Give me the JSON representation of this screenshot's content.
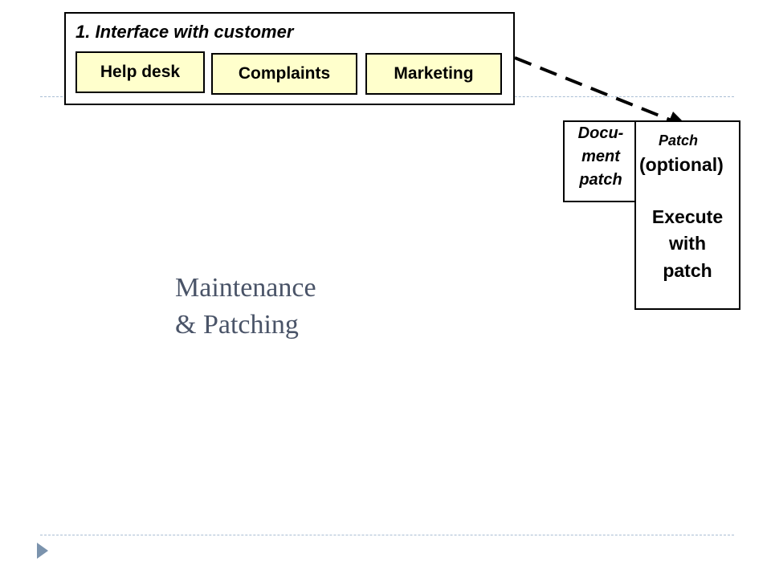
{
  "customer_interface": {
    "title": "1. Interface with customer",
    "items": [
      "Help desk",
      "Complaints",
      "Marketing"
    ]
  },
  "document_patch": {
    "lines": [
      "Docu-",
      "ment",
      "patch"
    ]
  },
  "patch_box": {
    "heading": "Patch",
    "qualifier": "(optional)",
    "lines": [
      "Execute",
      "with",
      "patch"
    ]
  },
  "slide_title": {
    "line1": "Maintenance",
    "line2": "& Patching"
  },
  "colors": {
    "tile_fill": "#ffffcc",
    "title_text": "#4a5468",
    "guide_line": "#a9bed4",
    "bullet": "#7b93ad"
  }
}
